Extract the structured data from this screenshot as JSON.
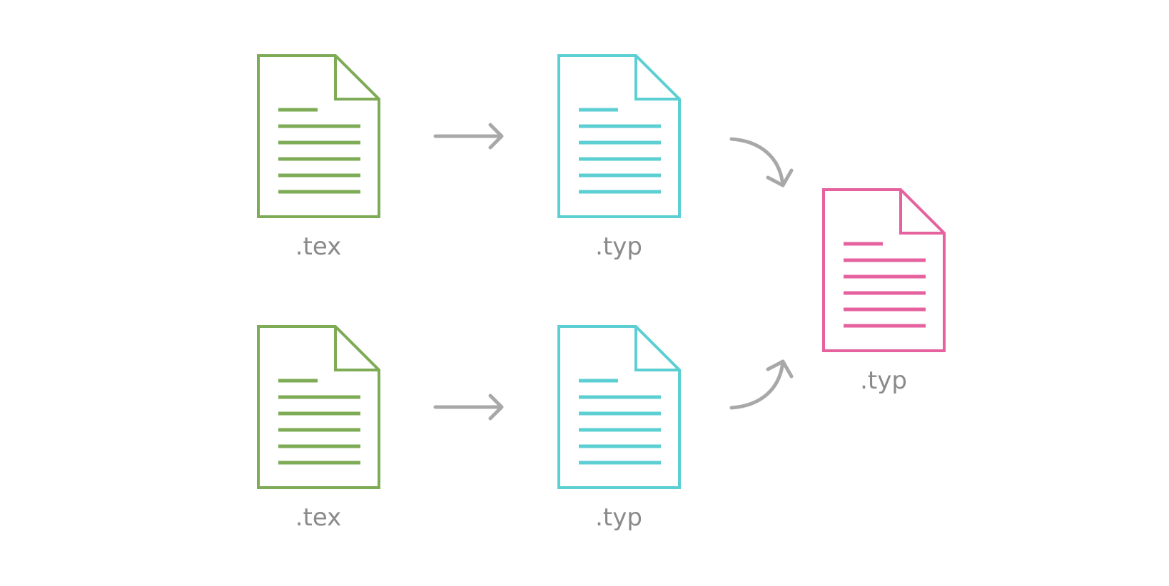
{
  "colors": {
    "tex": "#7eab55",
    "typ": "#5ccfd3",
    "merged": "#e5629f",
    "arrow": "#a8a8a8",
    "label": "#8a8a8a"
  },
  "files": {
    "tex_top": {
      "label": ".tex",
      "icon": "document-icon"
    },
    "tex_bottom": {
      "label": ".tex",
      "icon": "document-icon"
    },
    "typ_top": {
      "label": ".typ",
      "icon": "document-icon"
    },
    "typ_bottom": {
      "label": ".typ",
      "icon": "document-icon"
    },
    "typ_merged": {
      "label": ".typ",
      "icon": "document-icon"
    }
  },
  "arrows": [
    {
      "from": "tex_top",
      "to": "typ_top",
      "icon": "arrow-right-icon"
    },
    {
      "from": "tex_bottom",
      "to": "typ_bottom",
      "icon": "arrow-right-icon"
    },
    {
      "from": "typ_top",
      "to": "typ_merged",
      "icon": "curved-arrow-icon"
    },
    {
      "from": "typ_bottom",
      "to": "typ_merged",
      "icon": "curved-arrow-icon"
    }
  ]
}
